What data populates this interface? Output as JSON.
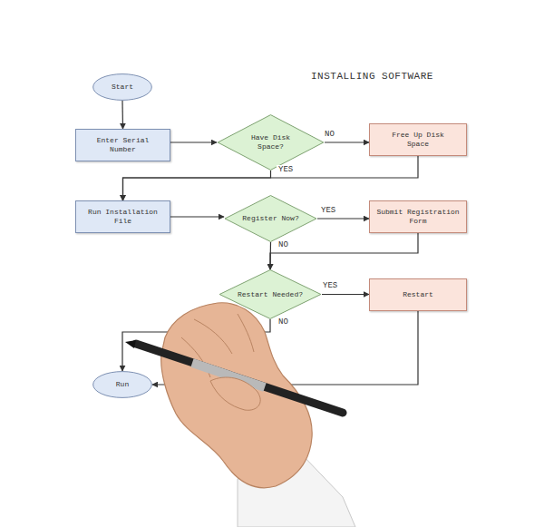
{
  "diagram": {
    "title": "INSTALLING SOFTWARE",
    "nodes": [
      {
        "text": [
          "Start"
        ]
      },
      {
        "text": [
          "Enter Serial Number"
        ]
      },
      {
        "text": [
          "Have Disk Space?"
        ]
      },
      {
        "text": [
          "Free Up Disk Space"
        ]
      },
      {
        "text": [
          "Run Installation File"
        ]
      },
      {
        "text": [
          "Register Now?"
        ]
      },
      {
        "text": [
          "Submit Registration Form"
        ]
      },
      {
        "text": [
          "Restart Needed?"
        ]
      },
      {
        "text": [
          "Restart"
        ]
      },
      {
        "text": [
          "Run"
        ]
      }
    ],
    "edges": [
      {
        "from": 0,
        "to": 1,
        "arrow": "to"
      },
      {
        "from": 1,
        "to": 2,
        "arrow": "to"
      },
      {
        "from": 2,
        "to": 3,
        "label": "NO",
        "arrow": "to"
      },
      {
        "from": 2,
        "to": 4,
        "label": "YES",
        "arrow": "to"
      },
      {
        "from": 3,
        "to": 4,
        "arrow": "to"
      },
      {
        "from": 4,
        "to": 5,
        "arrow": "to"
      },
      {
        "from": 5,
        "to": 6,
        "label": "YES",
        "arrow": "to"
      },
      {
        "from": 5,
        "to": 7,
        "label": "NO",
        "arrow": "to"
      },
      {
        "from": 6,
        "to": 7,
        "arrow": "to"
      },
      {
        "from": 7,
        "to": 8,
        "label": "YES",
        "arrow": "to"
      },
      {
        "from": 7,
        "to": 9,
        "label": "NO",
        "arrow": "to"
      },
      {
        "from": 8,
        "to": 9,
        "arrow": "to"
      }
    ]
  }
}
